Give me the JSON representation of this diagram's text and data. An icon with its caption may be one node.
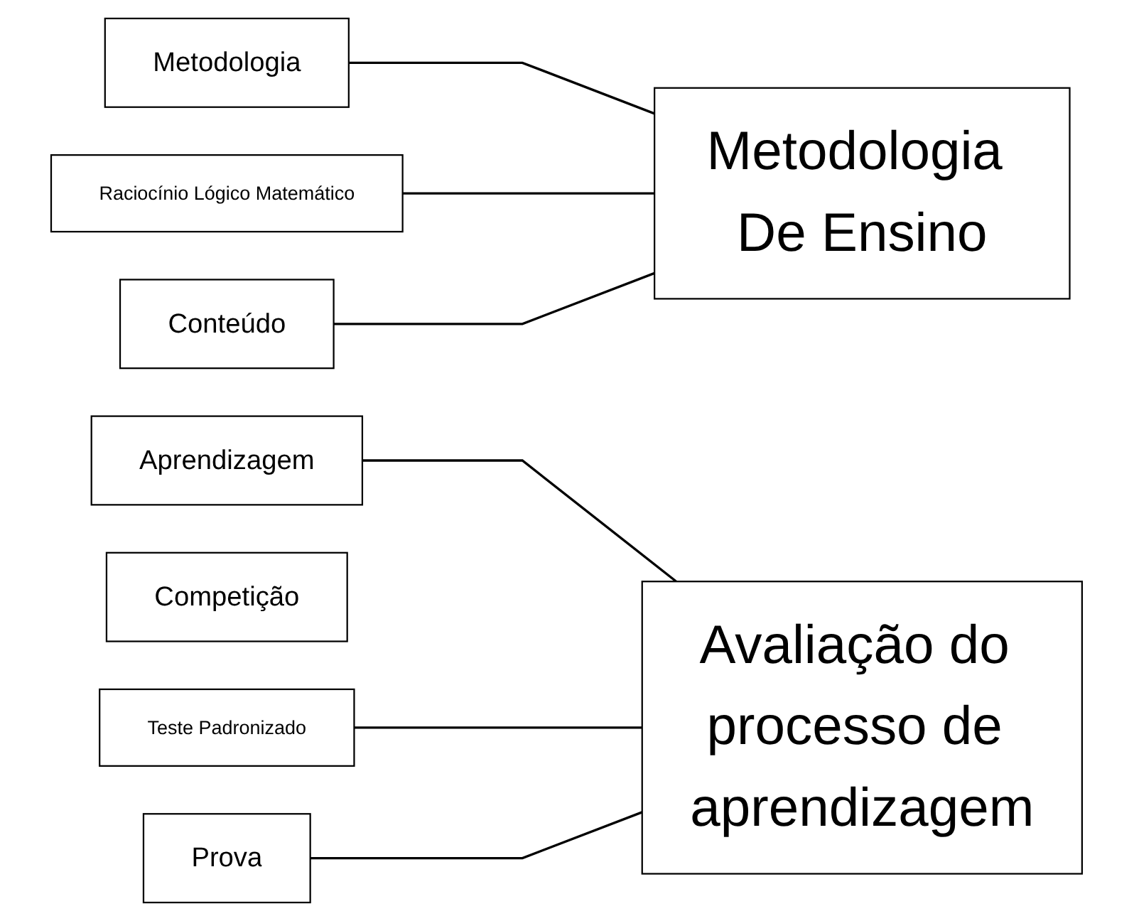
{
  "diagram": {
    "nodes": [
      {
        "text": [
          "Metodologia"
        ]
      },
      {
        "text": [
          "Raciocínio Lógico Matemático"
        ]
      },
      {
        "text": [
          "Conteúdo"
        ]
      },
      {
        "text": [
          "Metodologia De Ensino"
        ]
      },
      {
        "text": [
          "Aprendizagem"
        ]
      },
      {
        "text": [
          "Competição"
        ]
      },
      {
        "text": [
          "Teste Padronizado"
        ]
      },
      {
        "text": [
          "Prova"
        ]
      },
      {
        "text": [
          "Avaliação do processo de aprendizagem"
        ]
      }
    ],
    "edges": [
      {
        "from": 0,
        "to": 3,
        "arrow": "none"
      },
      {
        "from": 1,
        "to": 3,
        "arrow": "none"
      },
      {
        "from": 2,
        "to": 3,
        "arrow": "none"
      },
      {
        "from": 4,
        "to": 8,
        "arrow": "none"
      },
      {
        "from": 6,
        "to": 8,
        "arrow": "none"
      },
      {
        "from": 7,
        "to": 8,
        "arrow": "none"
      }
    ]
  }
}
